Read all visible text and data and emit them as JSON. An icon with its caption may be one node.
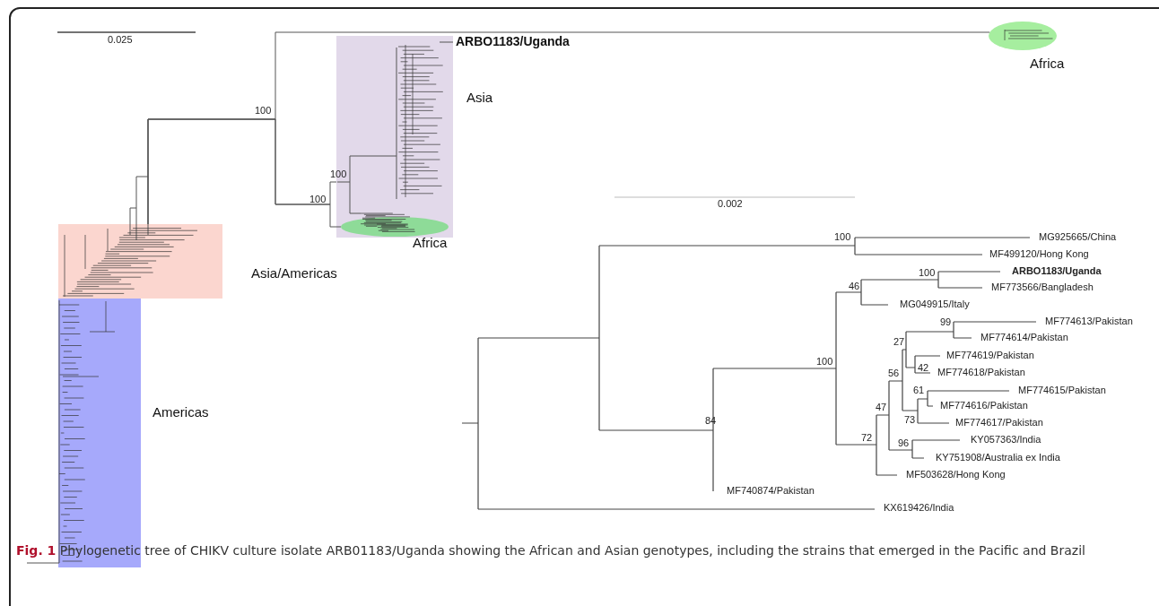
{
  "diagram": {
    "caption": "**Fig. 1** Phylogenetic tree of CHIKV culture isolate ARB01183/Uganda showing the African and Asian genotypes, including the strains that emerged in the Pacific and Brazil",
    "nodes": [
      {
        "text": [
          "Asia"
        ],
        "beside": [
          "ARBO1183/Uganda"
        ]
      },
      {
        "text": [
          "Africa"
        ],
        "in": 0
      },
      {
        "text": [
          "Africa"
        ]
      },
      {
        "text": [
          "Asia/Americas"
        ]
      },
      {
        "text": [
          "Americas"
        ]
      }
    ],
    "edges": [
      {
        "from": 3,
        "to": 0,
        "arrow": "none"
      },
      {
        "from": 3,
        "to": 1,
        "arrow": "none"
      },
      {
        "from": 3,
        "to": 2,
        "arrow": "none"
      }
    ],
    "labels": [
      "0.025",
      "100",
      "100",
      "100",
      "0.002",
      "100",
      "MG925665/China",
      "MF499120/Hong Kong",
      "100",
      "ARBO1183/Uganda",
      "MF773566/Bangladesh",
      "46",
      "MG049915/Italy",
      "99",
      "MF774613/Pakistan",
      "27",
      "MF774614/Pakistan",
      "MF774619/Pakistan",
      "42",
      "MF774618/Pakistan",
      "100",
      "56",
      "61",
      "MF774615/Pakistan",
      "MF774616/Pakistan",
      "47",
      "73",
      "84",
      "MF774617/Pakistan",
      "72",
      "96",
      "KY057363/India",
      "KY751908/Australia ex India",
      "MF503628/Hong Kong",
      "MF740874/Pakistan",
      "KX619426/India"
    ]
  }
}
